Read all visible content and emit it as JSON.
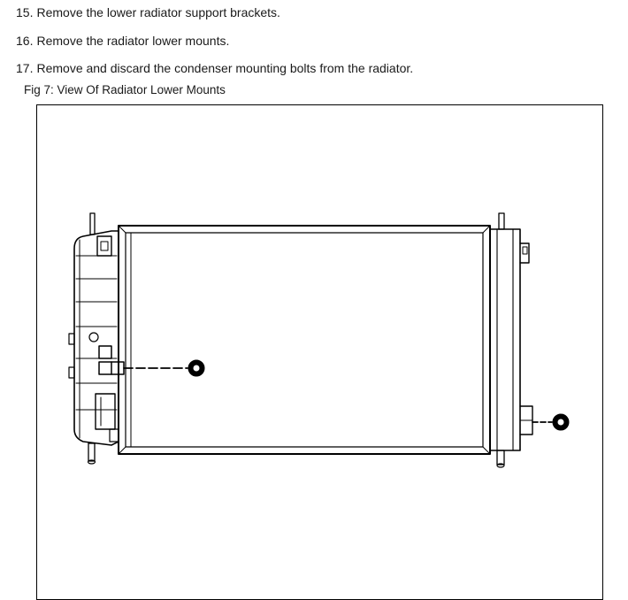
{
  "steps": [
    {
      "number": "15.",
      "text": "Remove the lower radiator support brackets."
    },
    {
      "number": "16.",
      "text": "Remove the radiator lower mounts."
    },
    {
      "number": "17.",
      "text": "Remove and discard the condenser mounting bolts from the radiator."
    }
  ],
  "figure": {
    "caption": "Fig 7: View Of Radiator Lower Mounts",
    "illustration": "radiator-lower-mounts-line-drawing"
  },
  "colors": {
    "text": "#1a1a1a",
    "line": "#000000",
    "background": "#ffffff"
  }
}
